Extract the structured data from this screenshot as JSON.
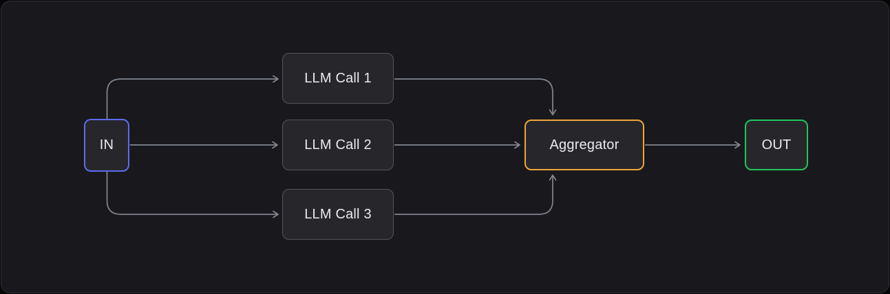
{
  "diagram": {
    "colors": {
      "outer_background": "#060607",
      "panel_background": "#19191d",
      "panel_border": "#2d2e33",
      "node_fill": "#27272b",
      "node_border_default": "#50545c",
      "node_text": "#e9eaec",
      "connector": "#82868f",
      "accent_in": "#5e6af2",
      "accent_aggregator": "#f0a53c",
      "accent_out": "#22c55e"
    },
    "nodes": {
      "in": {
        "label": "IN"
      },
      "llm_call_1": {
        "label": "LLM Call 1"
      },
      "llm_call_2": {
        "label": "LLM Call 2"
      },
      "llm_call_3": {
        "label": "LLM Call 3"
      },
      "aggregator": {
        "label": "Aggregator"
      },
      "out": {
        "label": "OUT"
      }
    },
    "edges": [
      {
        "from": "in",
        "to": "llm_call_1"
      },
      {
        "from": "in",
        "to": "llm_call_2"
      },
      {
        "from": "in",
        "to": "llm_call_3"
      },
      {
        "from": "llm_call_1",
        "to": "aggregator"
      },
      {
        "from": "llm_call_2",
        "to": "aggregator"
      },
      {
        "from": "llm_call_3",
        "to": "aggregator"
      },
      {
        "from": "aggregator",
        "to": "out"
      }
    ]
  }
}
